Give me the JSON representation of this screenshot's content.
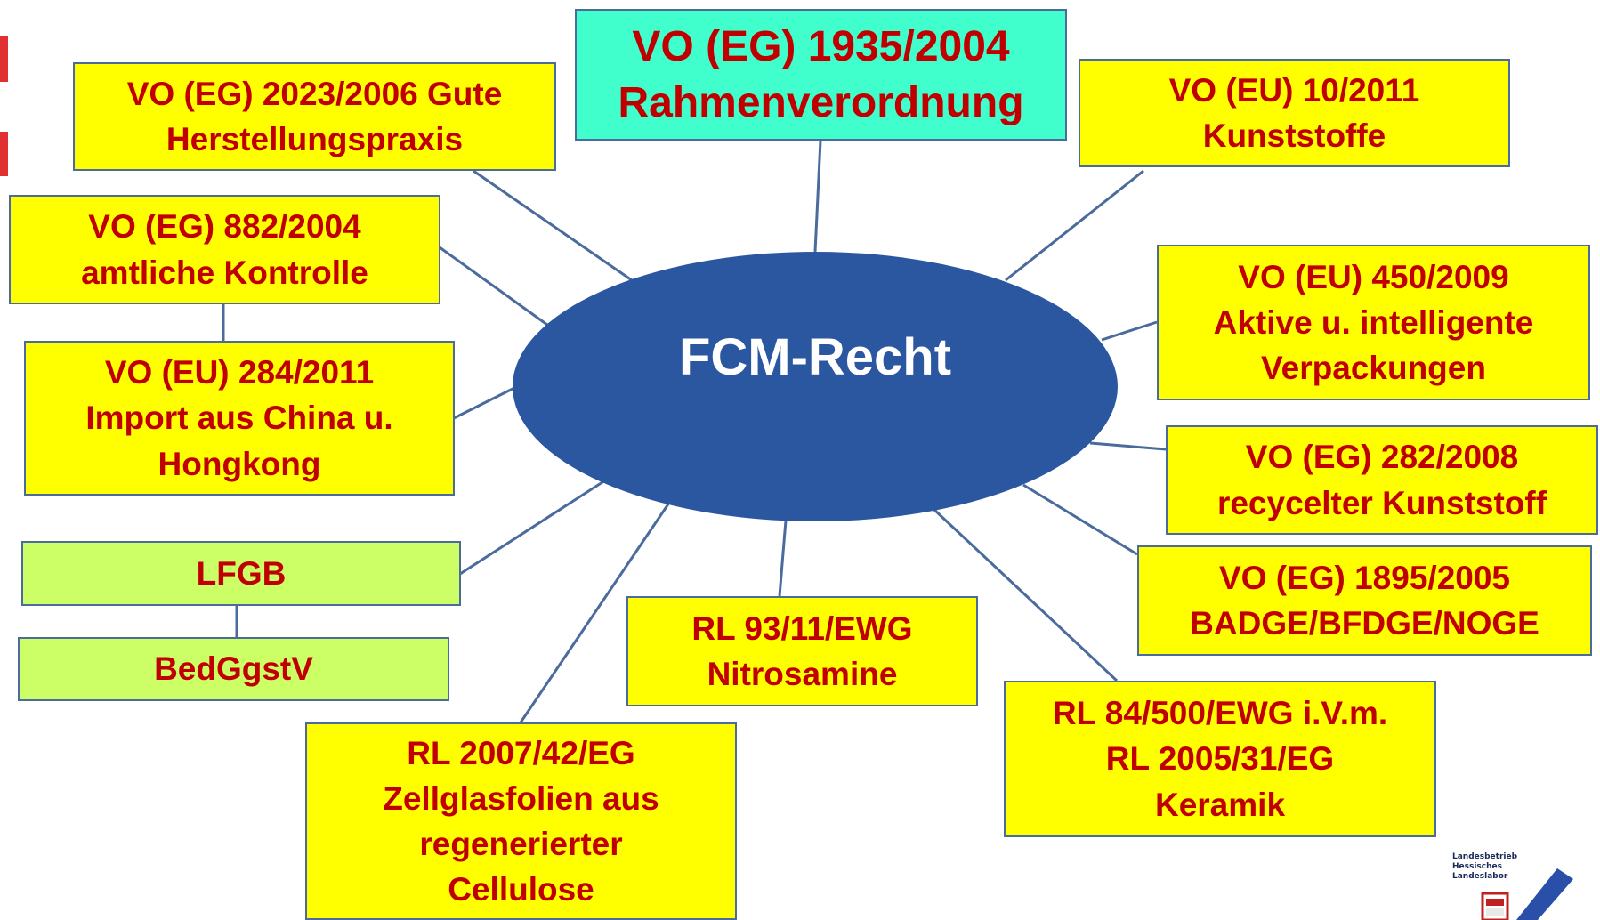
{
  "center": {
    "label": "FCM-Recht"
  },
  "nodes": {
    "rahmen": [
      "VO (EG) 1935/2004",
      "Rahmenverordnung"
    ],
    "gmp": [
      "VO (EG) 2023/2006 Gute",
      "Herstellungspraxis"
    ],
    "kunst": [
      "VO (EU) 10/2011",
      "Kunststoffe"
    ],
    "kontrolle": [
      "VO (EG) 882/2004",
      "amtliche Kontrolle"
    ],
    "aktiv": [
      "VO (EU) 450/2009",
      "Aktive u. intelligente",
      "Verpackungen"
    ],
    "import": [
      "VO (EU) 284/2011",
      "Import aus China u.",
      "Hongkong"
    ],
    "recycling": [
      "VO (EG) 282/2008",
      "recycelter Kunststoff"
    ],
    "badge": [
      "VO (EG) 1895/2005",
      "BADGE/BFDGE/NOGE"
    ],
    "lfgb": [
      "LFGB"
    ],
    "bedggstv": [
      "BedGgstV"
    ],
    "nitro": [
      "RL 93/11/EWG",
      "Nitrosamine"
    ],
    "keramik": [
      "RL 84/500/EWG i.V.m.",
      "RL 2005/31/EG",
      "Keramik"
    ],
    "zellglas": [
      "RL 2007/42/EG",
      "Zellglasfolien aus",
      "regenerierter",
      "Cellulose"
    ]
  },
  "logo": {
    "lines": [
      "Landesbetrieb",
      "Hessisches",
      "Landeslabor"
    ]
  },
  "colors": {
    "text": "#c00000",
    "yellow_box": "#ffff00",
    "green_box": "#ccff66",
    "cyan_box": "#40ffcc",
    "center_fill": "#2b56a0",
    "connector": "#4a6b9c"
  }
}
